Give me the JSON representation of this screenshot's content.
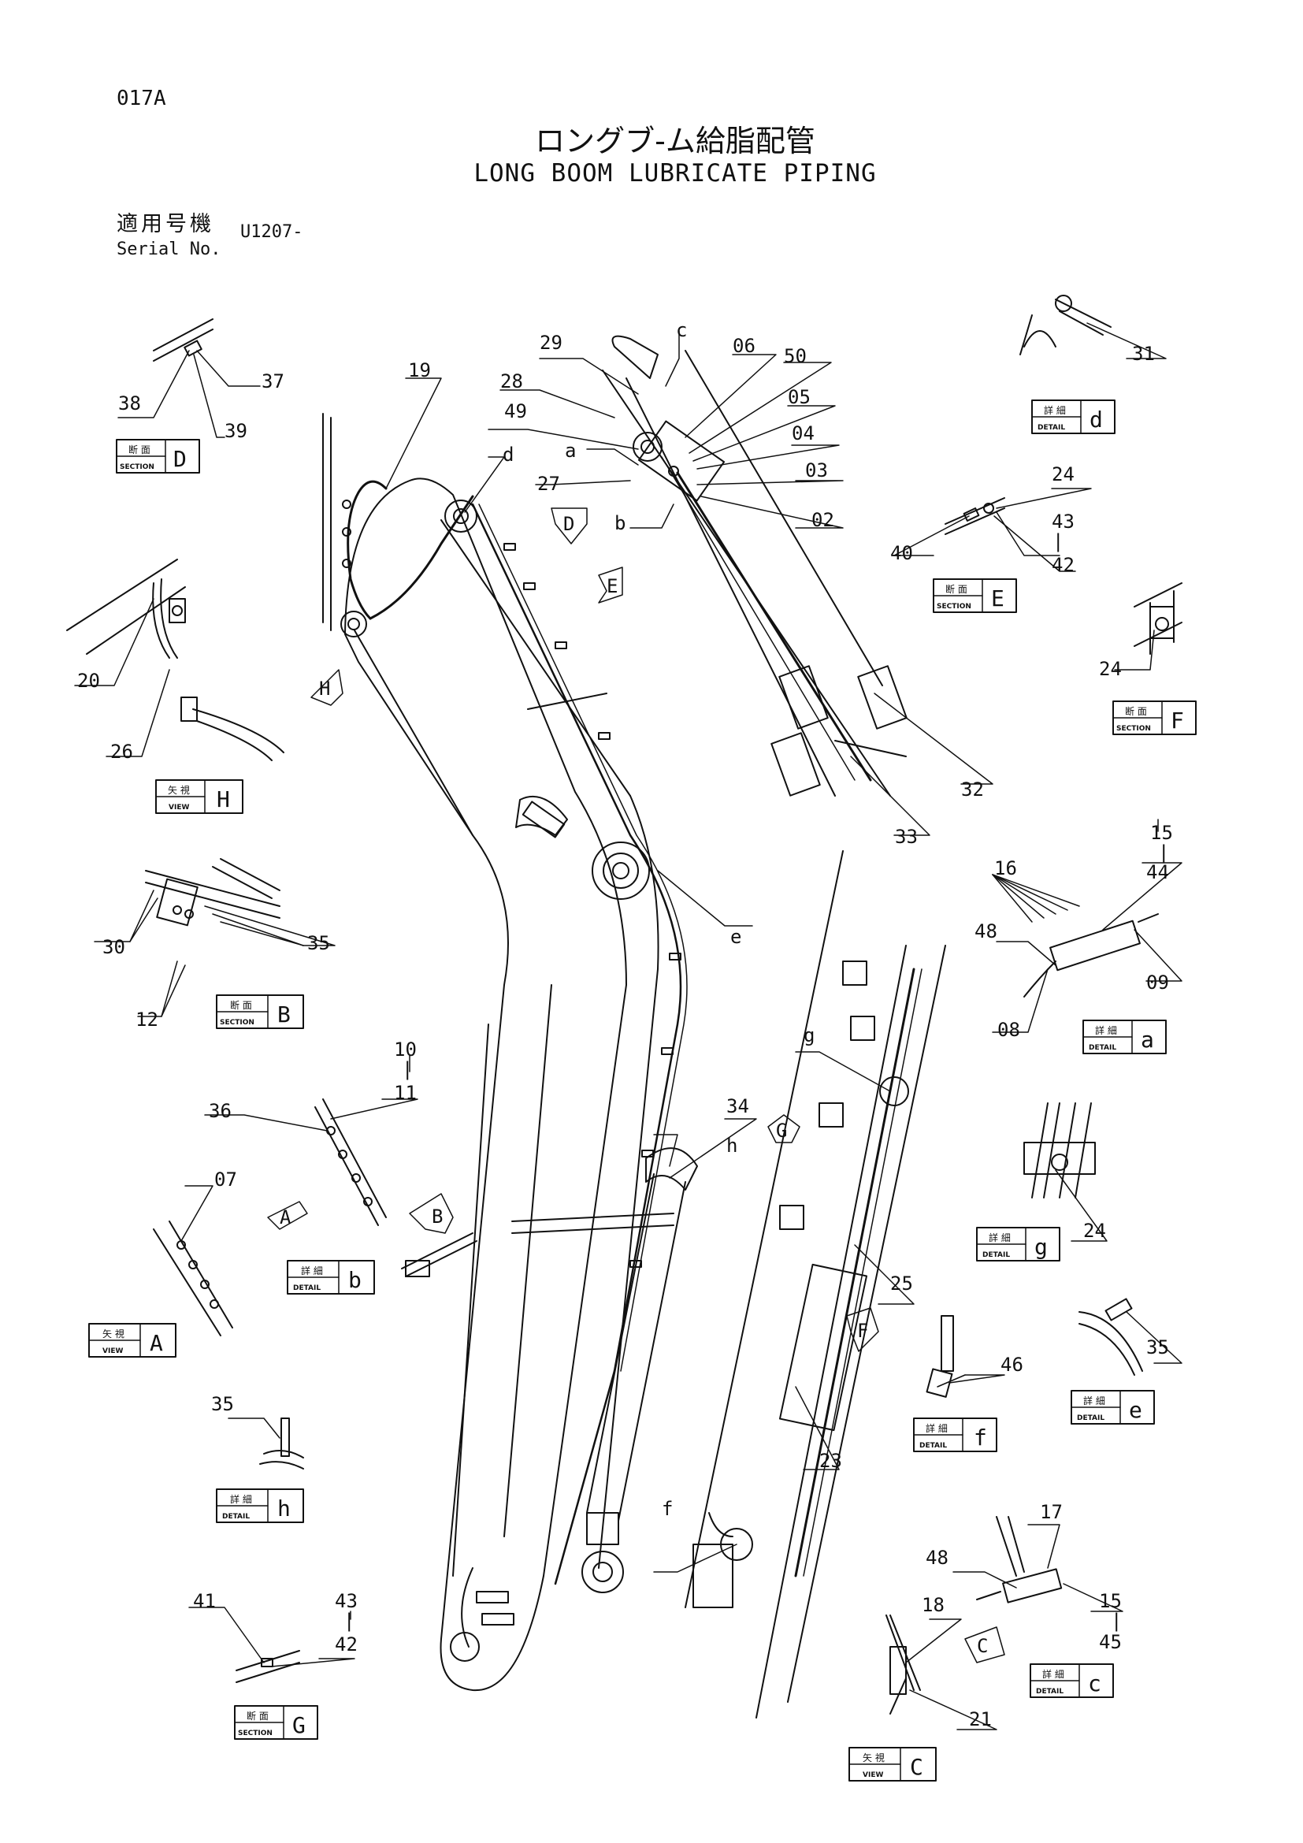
{
  "header": {
    "page_no": "017A",
    "title_jp": "ロングブ-ム給脂配管",
    "title_en": "LONG BOOM LUBRICATE PIPING",
    "serial_jp": "適用号機",
    "serial_en": "Serial No.",
    "serial_value": "U1207-"
  },
  "callouts": [
    {
      "id": "c01",
      "text": "38"
    },
    {
      "id": "c02",
      "text": "37"
    },
    {
      "id": "c03",
      "text": "39"
    },
    {
      "id": "c04",
      "text": "19"
    },
    {
      "id": "c05",
      "text": "29"
    },
    {
      "id": "c06",
      "text": "28"
    },
    {
      "id": "c07",
      "text": "49"
    },
    {
      "id": "c08",
      "text": "27"
    },
    {
      "id": "c09",
      "text": "06"
    },
    {
      "id": "c10",
      "text": "50"
    },
    {
      "id": "c11",
      "text": "05"
    },
    {
      "id": "c12",
      "text": "04"
    },
    {
      "id": "c13",
      "text": "03"
    },
    {
      "id": "c14",
      "text": "02"
    },
    {
      "id": "c15",
      "text": "31"
    },
    {
      "id": "c16",
      "text": "24"
    },
    {
      "id": "c17",
      "text": "43"
    },
    {
      "id": "c18",
      "text": "42"
    },
    {
      "id": "c19",
      "text": "40"
    },
    {
      "id": "c20",
      "text": "24"
    },
    {
      "id": "c21",
      "text": "20"
    },
    {
      "id": "c22",
      "text": "26"
    },
    {
      "id": "c23",
      "text": "32"
    },
    {
      "id": "c24",
      "text": "33"
    },
    {
      "id": "c25",
      "text": "15"
    },
    {
      "id": "c26",
      "text": "44"
    },
    {
      "id": "c27",
      "text": "16"
    },
    {
      "id": "c28",
      "text": "48"
    },
    {
      "id": "c29",
      "text": "09"
    },
    {
      "id": "c30",
      "text": "08"
    },
    {
      "id": "c31",
      "text": "30"
    },
    {
      "id": "c32",
      "text": "35"
    },
    {
      "id": "c33",
      "text": "12"
    },
    {
      "id": "c34",
      "text": "10"
    },
    {
      "id": "c35",
      "text": "11"
    },
    {
      "id": "c36",
      "text": "36"
    },
    {
      "id": "c37",
      "text": "07"
    },
    {
      "id": "c38",
      "text": "34"
    },
    {
      "id": "c39",
      "text": "24"
    },
    {
      "id": "c40",
      "text": "25"
    },
    {
      "id": "c41",
      "text": "35"
    },
    {
      "id": "c42",
      "text": "46"
    },
    {
      "id": "c43",
      "text": "35"
    },
    {
      "id": "c44",
      "text": "23"
    },
    {
      "id": "c45",
      "text": "17"
    },
    {
      "id": "c46",
      "text": "48"
    },
    {
      "id": "c47",
      "text": "18"
    },
    {
      "id": "c48",
      "text": "15"
    },
    {
      "id": "c49",
      "text": "45"
    },
    {
      "id": "c50",
      "text": "21"
    },
    {
      "id": "c51",
      "text": "41"
    },
    {
      "id": "c52",
      "text": "43"
    },
    {
      "id": "c53",
      "text": "42"
    }
  ],
  "detail_letters": [
    {
      "id": "l_c",
      "text": "c"
    },
    {
      "id": "l_d",
      "text": "d"
    },
    {
      "id": "l_a",
      "text": "a"
    },
    {
      "id": "l_b",
      "text": "b"
    },
    {
      "id": "l_e",
      "text": "e"
    },
    {
      "id": "l_g",
      "text": "g"
    },
    {
      "id": "l_h",
      "text": "h"
    },
    {
      "id": "l_f",
      "text": "f"
    }
  ],
  "view_arrows": [
    {
      "id": "va_D",
      "text": "D"
    },
    {
      "id": "va_E",
      "text": "E"
    },
    {
      "id": "va_H",
      "text": "H"
    },
    {
      "id": "va_G",
      "text": "G"
    },
    {
      "id": "va_A",
      "text": "A"
    },
    {
      "id": "va_B",
      "text": "B"
    },
    {
      "id": "va_F",
      "text": "F"
    },
    {
      "id": "va_C",
      "text": "C"
    }
  ],
  "label_boxes": [
    {
      "id": "box_sec_D",
      "jp": "断 面",
      "en": "SECTION",
      "letter": "D"
    },
    {
      "id": "box_det_d",
      "jp": "詳 細",
      "en": "DETAIL",
      "letter": "d"
    },
    {
      "id": "box_sec_E",
      "jp": "断 面",
      "en": "SECTION",
      "letter": "E"
    },
    {
      "id": "box_sec_F",
      "jp": "断 面",
      "en": "SECTION",
      "letter": "F"
    },
    {
      "id": "box_view_H",
      "jp": "矢 視",
      "en": "VIEW",
      "letter": "H"
    },
    {
      "id": "box_det_a",
      "jp": "詳 細",
      "en": "DETAIL",
      "letter": "a"
    },
    {
      "id": "box_sec_B",
      "jp": "断 面",
      "en": "SECTION",
      "letter": "B"
    },
    {
      "id": "box_det_b",
      "jp": "詳 細",
      "en": "DETAIL",
      "letter": "b"
    },
    {
      "id": "box_view_A",
      "jp": "矢 視",
      "en": "VIEW",
      "letter": "A"
    },
    {
      "id": "box_det_g",
      "jp": "詳 細",
      "en": "DETAIL",
      "letter": "g"
    },
    {
      "id": "box_det_e",
      "jp": "詳 細",
      "en": "DETAIL",
      "letter": "e"
    },
    {
      "id": "box_det_f",
      "jp": "詳 細",
      "en": "DETAIL",
      "letter": "f"
    },
    {
      "id": "box_det_h",
      "jp": "詳 細",
      "en": "DETAIL",
      "letter": "h"
    },
    {
      "id": "box_det_c",
      "jp": "詳 細",
      "en": "DETAIL",
      "letter": "c"
    },
    {
      "id": "box_sec_G",
      "jp": "断 面",
      "en": "SECTION",
      "letter": "G"
    },
    {
      "id": "box_view_C",
      "jp": "矢 視",
      "en": "VIEW",
      "letter": "C"
    }
  ],
  "colors": {
    "ink": "#111111",
    "paper": "#ffffff"
  }
}
